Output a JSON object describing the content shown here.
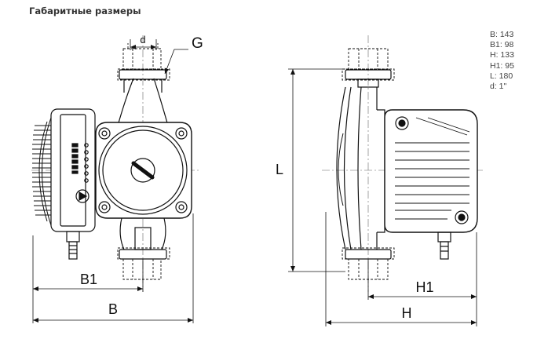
{
  "header": {
    "title": "Габаритные размеры"
  },
  "diagram": {
    "labels": {
      "d": "d",
      "G": "G",
      "B1": "B1",
      "B": "B",
      "L": "L",
      "H1": "H1",
      "H": "H"
    }
  },
  "specs": [
    {
      "text": "B: 143"
    },
    {
      "text": "B1: 98"
    },
    {
      "text": "H: 133"
    },
    {
      "text": "H1: 95"
    },
    {
      "text": "L: 180"
    },
    {
      "text": "d: 1\""
    }
  ]
}
